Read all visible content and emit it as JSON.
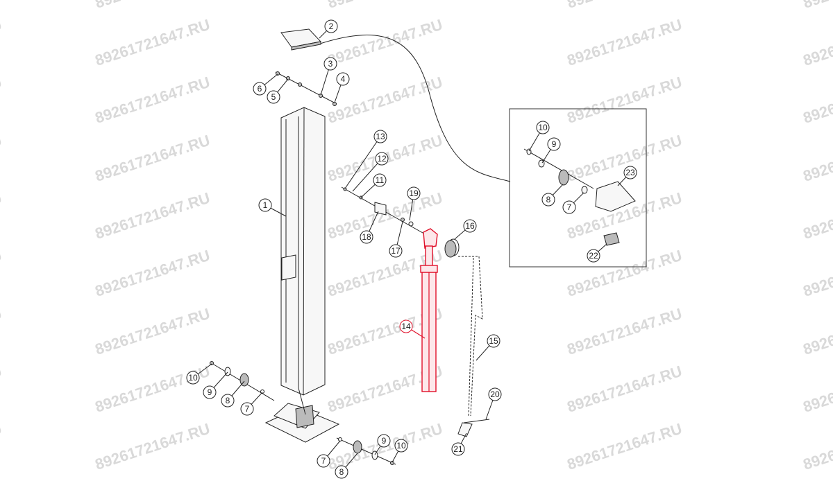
{
  "watermark": "89261721647.RU",
  "highlighted_part": "14",
  "callouts": [
    "1",
    "2",
    "3",
    "4",
    "5",
    "6",
    "7",
    "8",
    "9",
    "10",
    "11",
    "12",
    "13",
    "14",
    "15",
    "16",
    "17",
    "18",
    "19",
    "20",
    "21",
    "22",
    "23"
  ]
}
